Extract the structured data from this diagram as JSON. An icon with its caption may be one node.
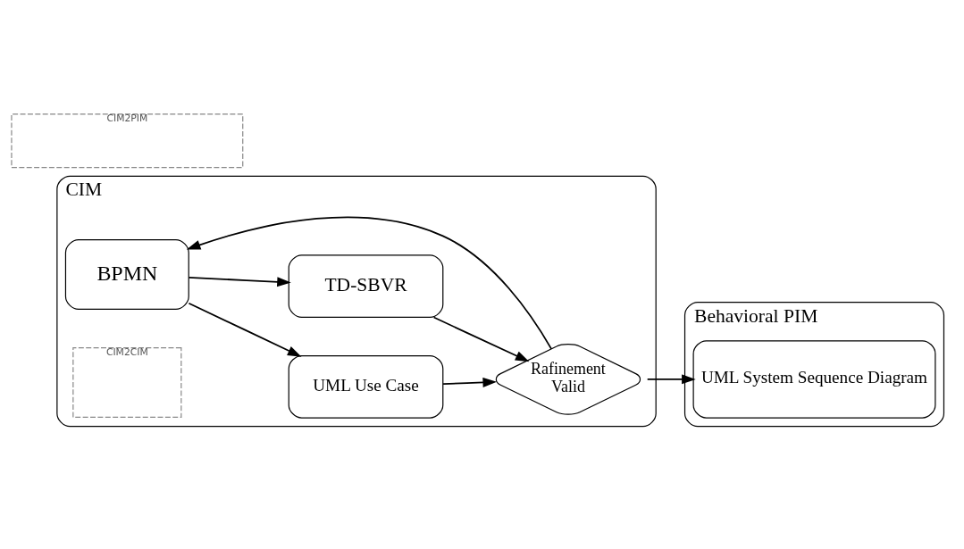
{
  "diagram": {
    "nodes": [
      {
        "text": [
          "CIM"
        ]
      },
      {
        "text": [
          "BPMN"
        ],
        "in": 0
      },
      {
        "text": [
          "CIM2CIM"
        ],
        "in": 0
      },
      {
        "text": [
          "UML Use Case"
        ],
        "in": 0
      },
      {
        "text": [
          "TD-SBVR"
        ],
        "in": 0
      },
      {
        "text": [
          "Rafinement",
          "Valid"
        ],
        "in": 0
      },
      {
        "text": [
          "CIM2PIM"
        ]
      },
      {
        "text": [
          "Behavioral PIM"
        ]
      },
      {
        "text": [
          "UML System Sequence Diagram"
        ],
        "in": 7
      }
    ],
    "edges": [
      {
        "from": 5,
        "to": 1,
        "arrow": "to"
      },
      {
        "from": 1,
        "to": 3,
        "arrow": "to"
      },
      {
        "from": 1,
        "to": 4,
        "arrow": "to"
      },
      {
        "from": 3,
        "to": 5,
        "arrow": "to"
      },
      {
        "from": 4,
        "to": 5,
        "arrow": "to"
      },
      {
        "from": 5,
        "to": 8,
        "arrow": "to"
      }
    ]
  }
}
